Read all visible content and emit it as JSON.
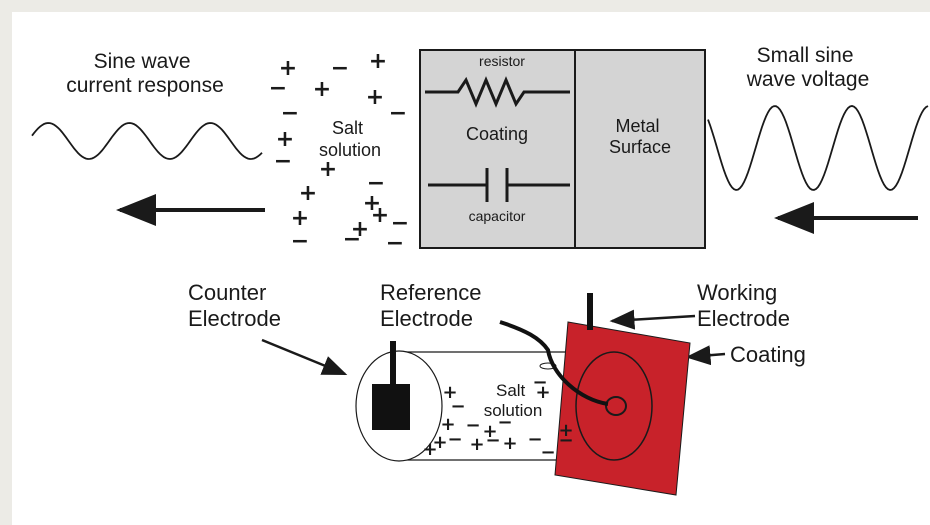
{
  "colors": {
    "background": "#ecebe6",
    "panel": "#ffffff",
    "coating_box": "#d4d4d4",
    "red_coating": "#c8222a",
    "ink": "#1a1a1a"
  },
  "top_diagram": {
    "left_label": [
      "Sine wave",
      "current response"
    ],
    "right_label": [
      "Small sine",
      "wave voltage"
    ],
    "salt_label": [
      "Salt",
      "solution"
    ],
    "resistor_label": "resistor",
    "coating_label": "Coating",
    "capacitor_label": "capacitor",
    "metal_label": [
      "Metal",
      "Surface"
    ],
    "ions": [
      "+",
      "−",
      "+",
      "−",
      "−",
      "+",
      "+",
      "−",
      "+",
      "−",
      "+",
      "+",
      "−",
      "+",
      "+",
      "−",
      "+",
      "−",
      "−",
      "+",
      "−"
    ]
  },
  "bottom_diagram": {
    "counter_label": [
      "Counter",
      "Electrode"
    ],
    "reference_label": [
      "Reference",
      "Electrode"
    ],
    "working_label": [
      "Working",
      "Electrode"
    ],
    "coating_label": "Coating",
    "salt_label": [
      "Salt",
      "solution"
    ],
    "ions": [
      "+",
      "−",
      "+",
      "−",
      "+",
      "−",
      "+",
      "−",
      "+",
      "−",
      "+",
      "−",
      "+",
      "−",
      "+",
      "−",
      "+",
      "−"
    ]
  }
}
